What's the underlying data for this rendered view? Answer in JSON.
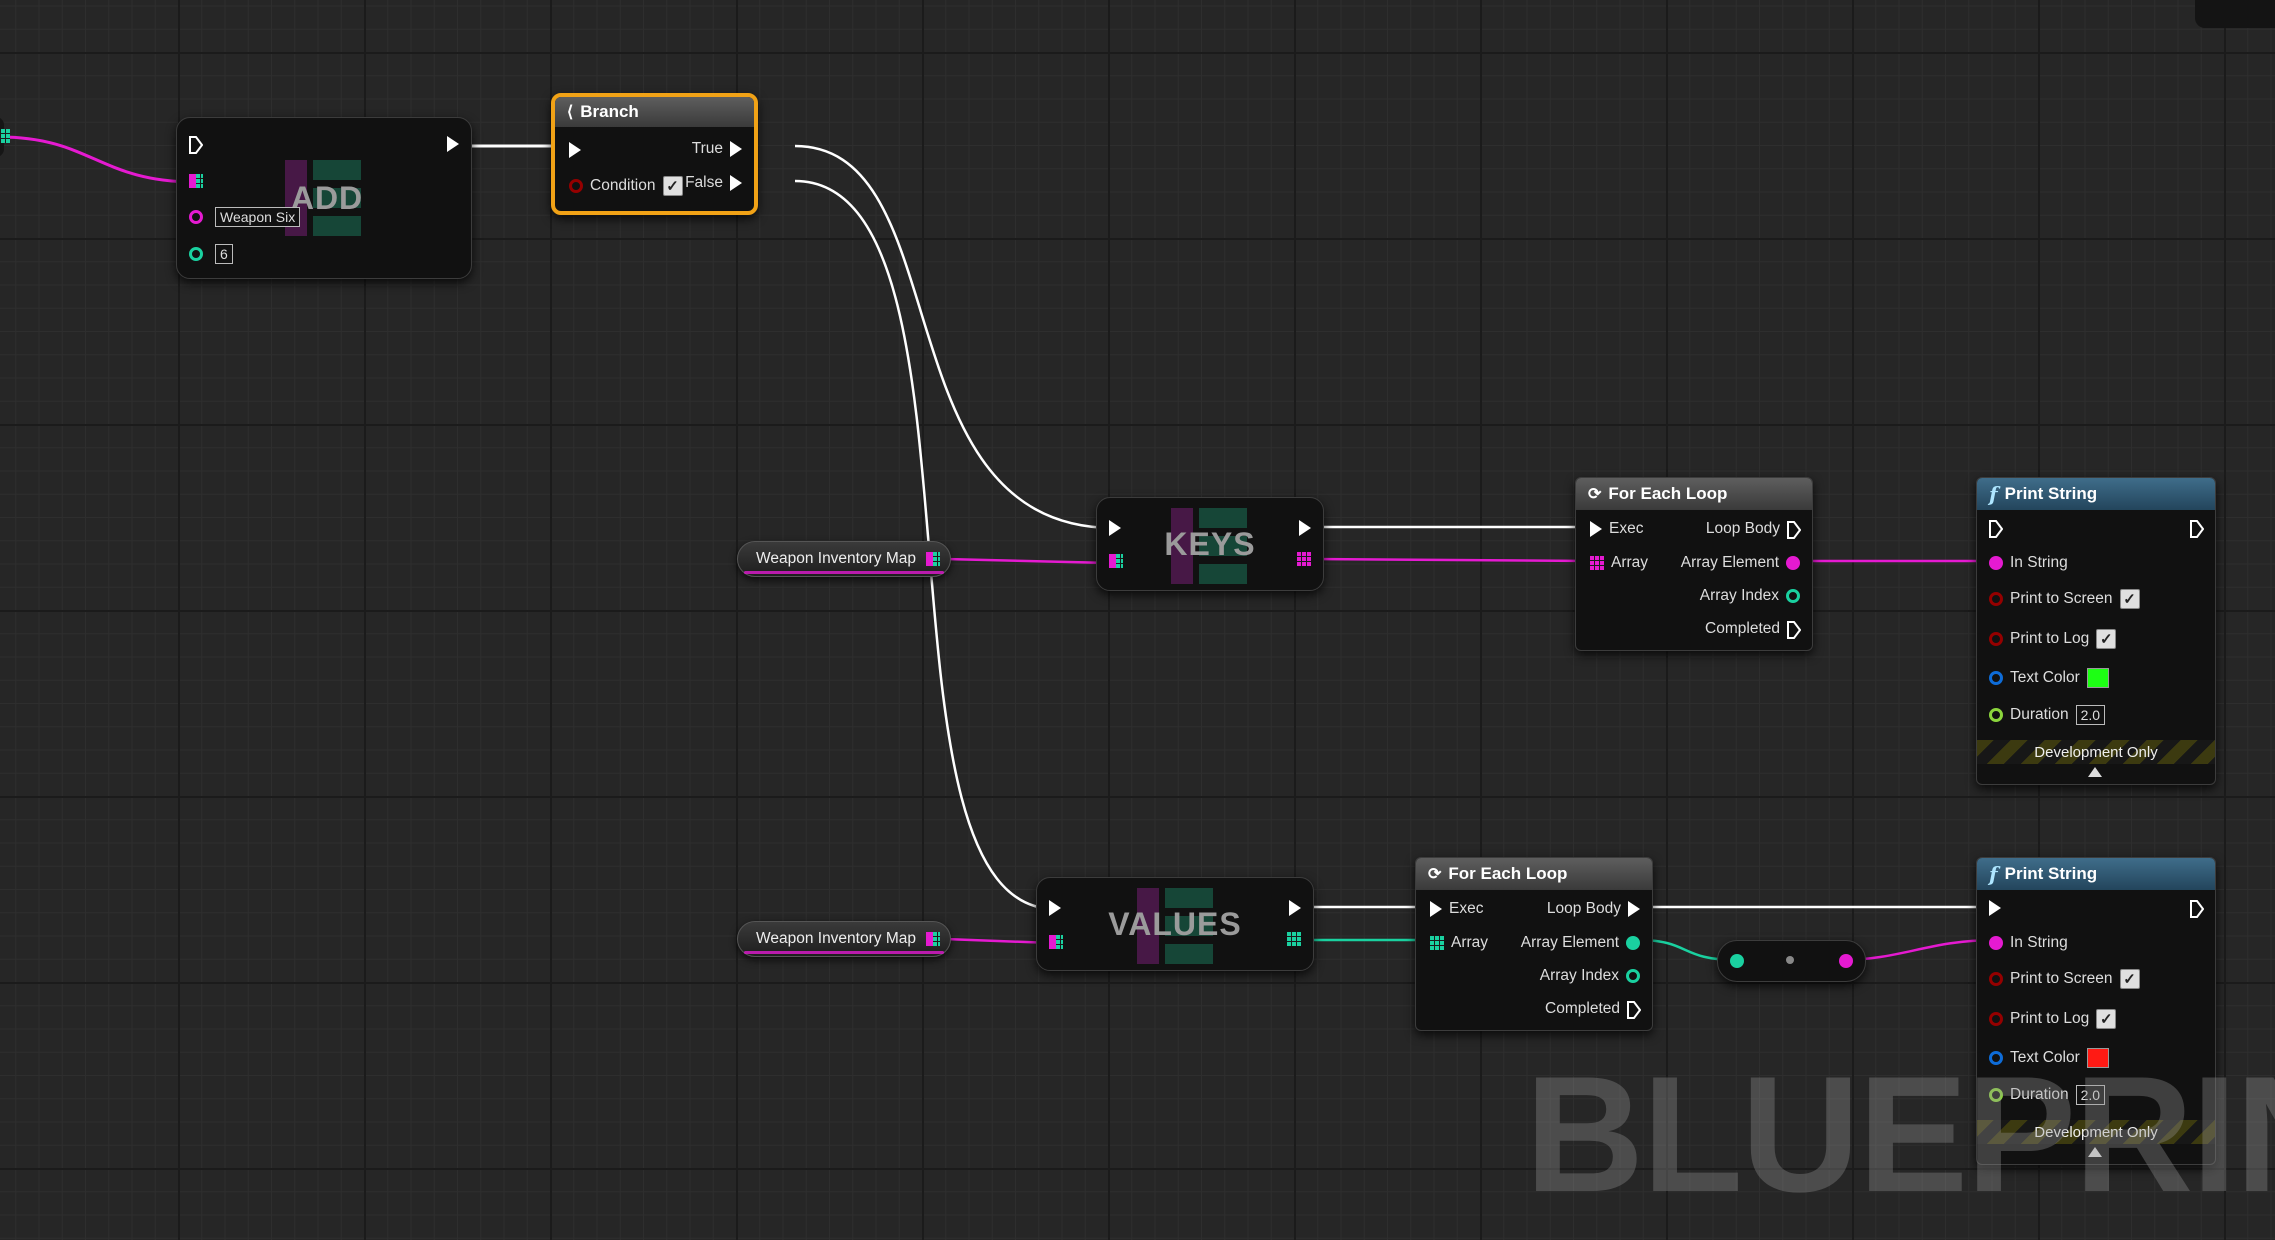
{
  "colors": {
    "exec": "#ffffff",
    "string_pin": "#e51ad1",
    "integer_pin": "#1ad1a0",
    "boolean_pin": "#950000",
    "struct_pin": "#0e6cd8",
    "float_pin": "#8bd53c",
    "selection": "#f1a216",
    "green_swatch": "#1dff14",
    "red_swatch": "#ff1a14"
  },
  "add_node": {
    "title": "ADD",
    "key_value": "Weapon Six",
    "int_value": "6"
  },
  "branch_node": {
    "title": "Branch",
    "true_label": "True",
    "false_label": "False",
    "condition_label": "Condition",
    "condition_checked": true
  },
  "keys_node": {
    "title": "KEYS"
  },
  "values_node": {
    "title": "VALUES"
  },
  "var_top": {
    "label": "Weapon Inventory Map"
  },
  "var_bottom": {
    "label": "Weapon Inventory Map"
  },
  "foreach_top": {
    "title": "For Each Loop",
    "exec": "Exec",
    "array": "Array",
    "loop_body": "Loop Body",
    "array_element": "Array Element",
    "array_index": "Array Index",
    "completed": "Completed"
  },
  "foreach_bottom": {
    "title": "For Each Loop",
    "exec": "Exec",
    "array": "Array",
    "loop_body": "Loop Body",
    "array_element": "Array Element",
    "array_index": "Array Index",
    "completed": "Completed"
  },
  "print_top": {
    "title": "Print String",
    "in_string": "In String",
    "print_to_screen": "Print to Screen",
    "print_to_log": "Print to Log",
    "text_color": "Text Color",
    "duration": "Duration",
    "duration_value": "2.0",
    "dev_only": "Development Only",
    "text_color_value": "#1dff14"
  },
  "print_bottom": {
    "title": "Print String",
    "in_string": "In String",
    "print_to_screen": "Print to Screen",
    "print_to_log": "Print to Log",
    "text_color": "Text Color",
    "duration": "Duration",
    "duration_value": "2.0",
    "dev_only": "Development Only",
    "text_color_value": "#ff1a14"
  },
  "watermark": "BLUEPRINT"
}
